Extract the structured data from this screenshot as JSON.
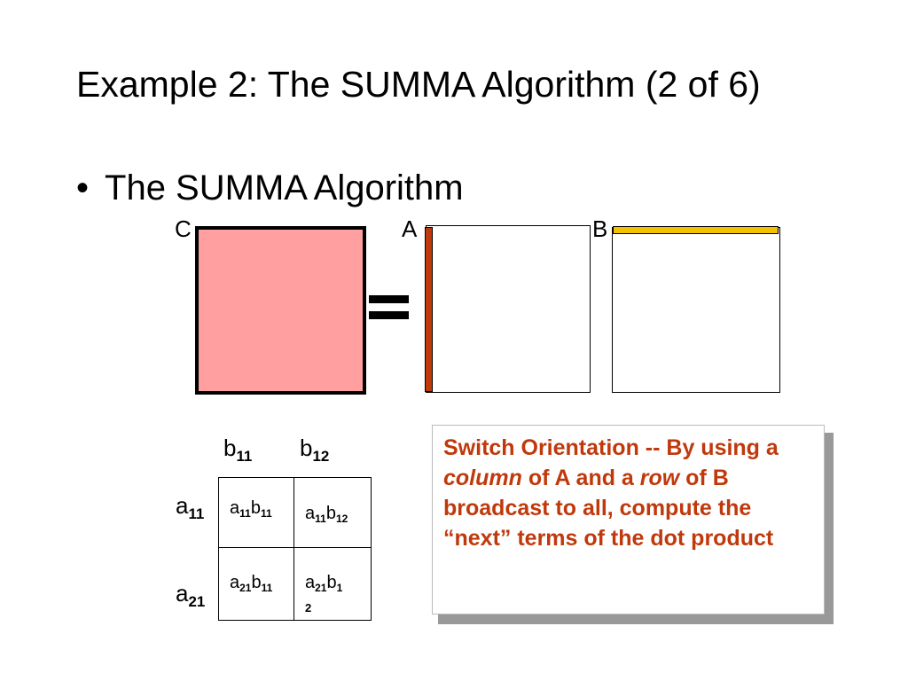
{
  "title": "Example 2: The SUMMA Algorithm (2 of 6)",
  "bullet": "The SUMMA Algorithm",
  "matrices": {
    "c_label": "C",
    "a_label": "A",
    "b_label": "B"
  },
  "colors": {
    "c_fill": "#ff9f9f",
    "a_column": "#c0390c",
    "b_row": "#f2c200",
    "callout_text": "#c0390c"
  },
  "table": {
    "col_headers": [
      {
        "base": "b",
        "sub": "11"
      },
      {
        "base": "b",
        "sub": "12"
      }
    ],
    "row_headers": [
      {
        "base": "a",
        "sub": "11"
      },
      {
        "base": "a",
        "sub": "21"
      }
    ],
    "cells": [
      [
        {
          "a": "a",
          "asub": "11",
          "b": "b",
          "bsub": "11"
        },
        {
          "a": "a",
          "asub": "11",
          "b": "b",
          "bsub": "12"
        }
      ],
      [
        {
          "a": "a",
          "asub": "21",
          "b": "b",
          "bsub": "11"
        },
        {
          "a": "a",
          "asub": "21",
          "b": "b",
          "bsub": "1",
          "bsub2": "2"
        }
      ]
    ]
  },
  "callout": {
    "p1": "Switch Orientation -- By using a ",
    "em1": "column",
    "p2": " of A and a ",
    "em2": "row",
    "p3": " of B broadcast to all, compute the “next” terms of the dot product"
  }
}
